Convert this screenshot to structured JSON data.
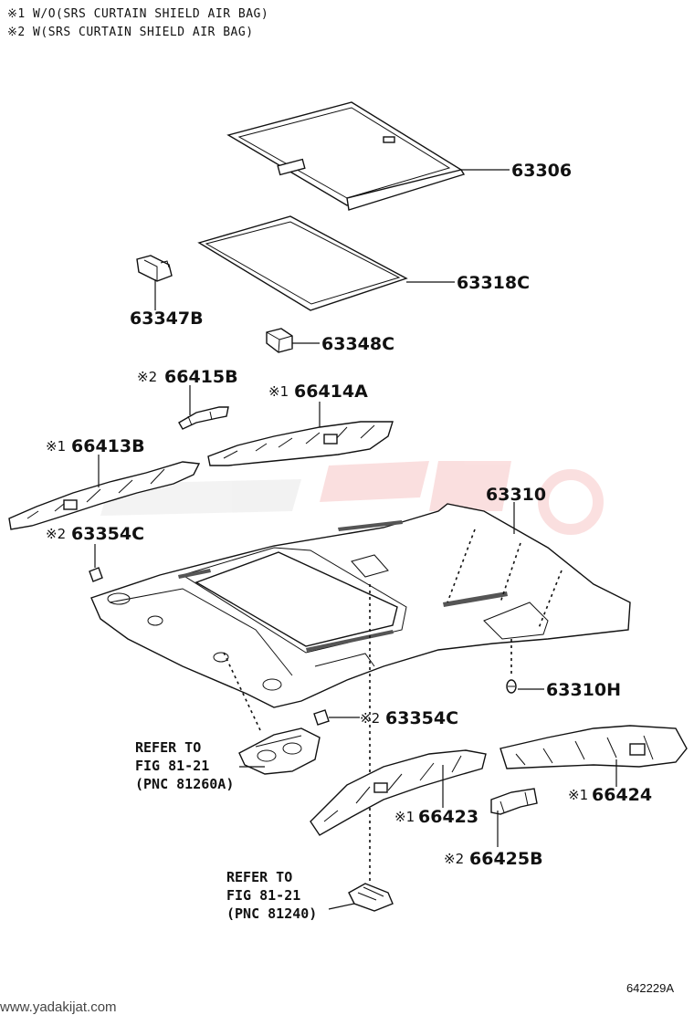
{
  "notes": [
    "※1  W/O(SRS CURTAIN SHIELD AIR BAG)",
    "※2  W(SRS CURTAIN SHIELD AIR BAG)"
  ],
  "parts": {
    "p63306": "63306",
    "p63318C": "63318C",
    "p63347B": "63347B",
    "p63348C": "63348C",
    "p66415B": "66415B",
    "p66414A": "66414A",
    "p66413B": "66413B",
    "p63354C_top": "63354C",
    "p63310": "63310",
    "p63310H": "63310H",
    "p63354C_bottom": "63354C",
    "p66424": "66424",
    "p66423": "66423",
    "p66425B": "66425B"
  },
  "marks": {
    "m66415B": "※2",
    "m66414A": "※1",
    "m66413B": "※1",
    "m63354C_top": "※2",
    "m63354C_bottom": "※2",
    "m66424": "※1",
    "m66423": "※1",
    "m66425B": "※2"
  },
  "refs": {
    "ref1": [
      "REFER TO",
      "FIG 81-21",
      "(PNC 81260A)"
    ],
    "ref2": [
      "REFER TO",
      "FIG 81-21",
      "(PNC 81240)"
    ]
  },
  "watermark": "www.yadakijat.com",
  "figure_number": "642229A"
}
